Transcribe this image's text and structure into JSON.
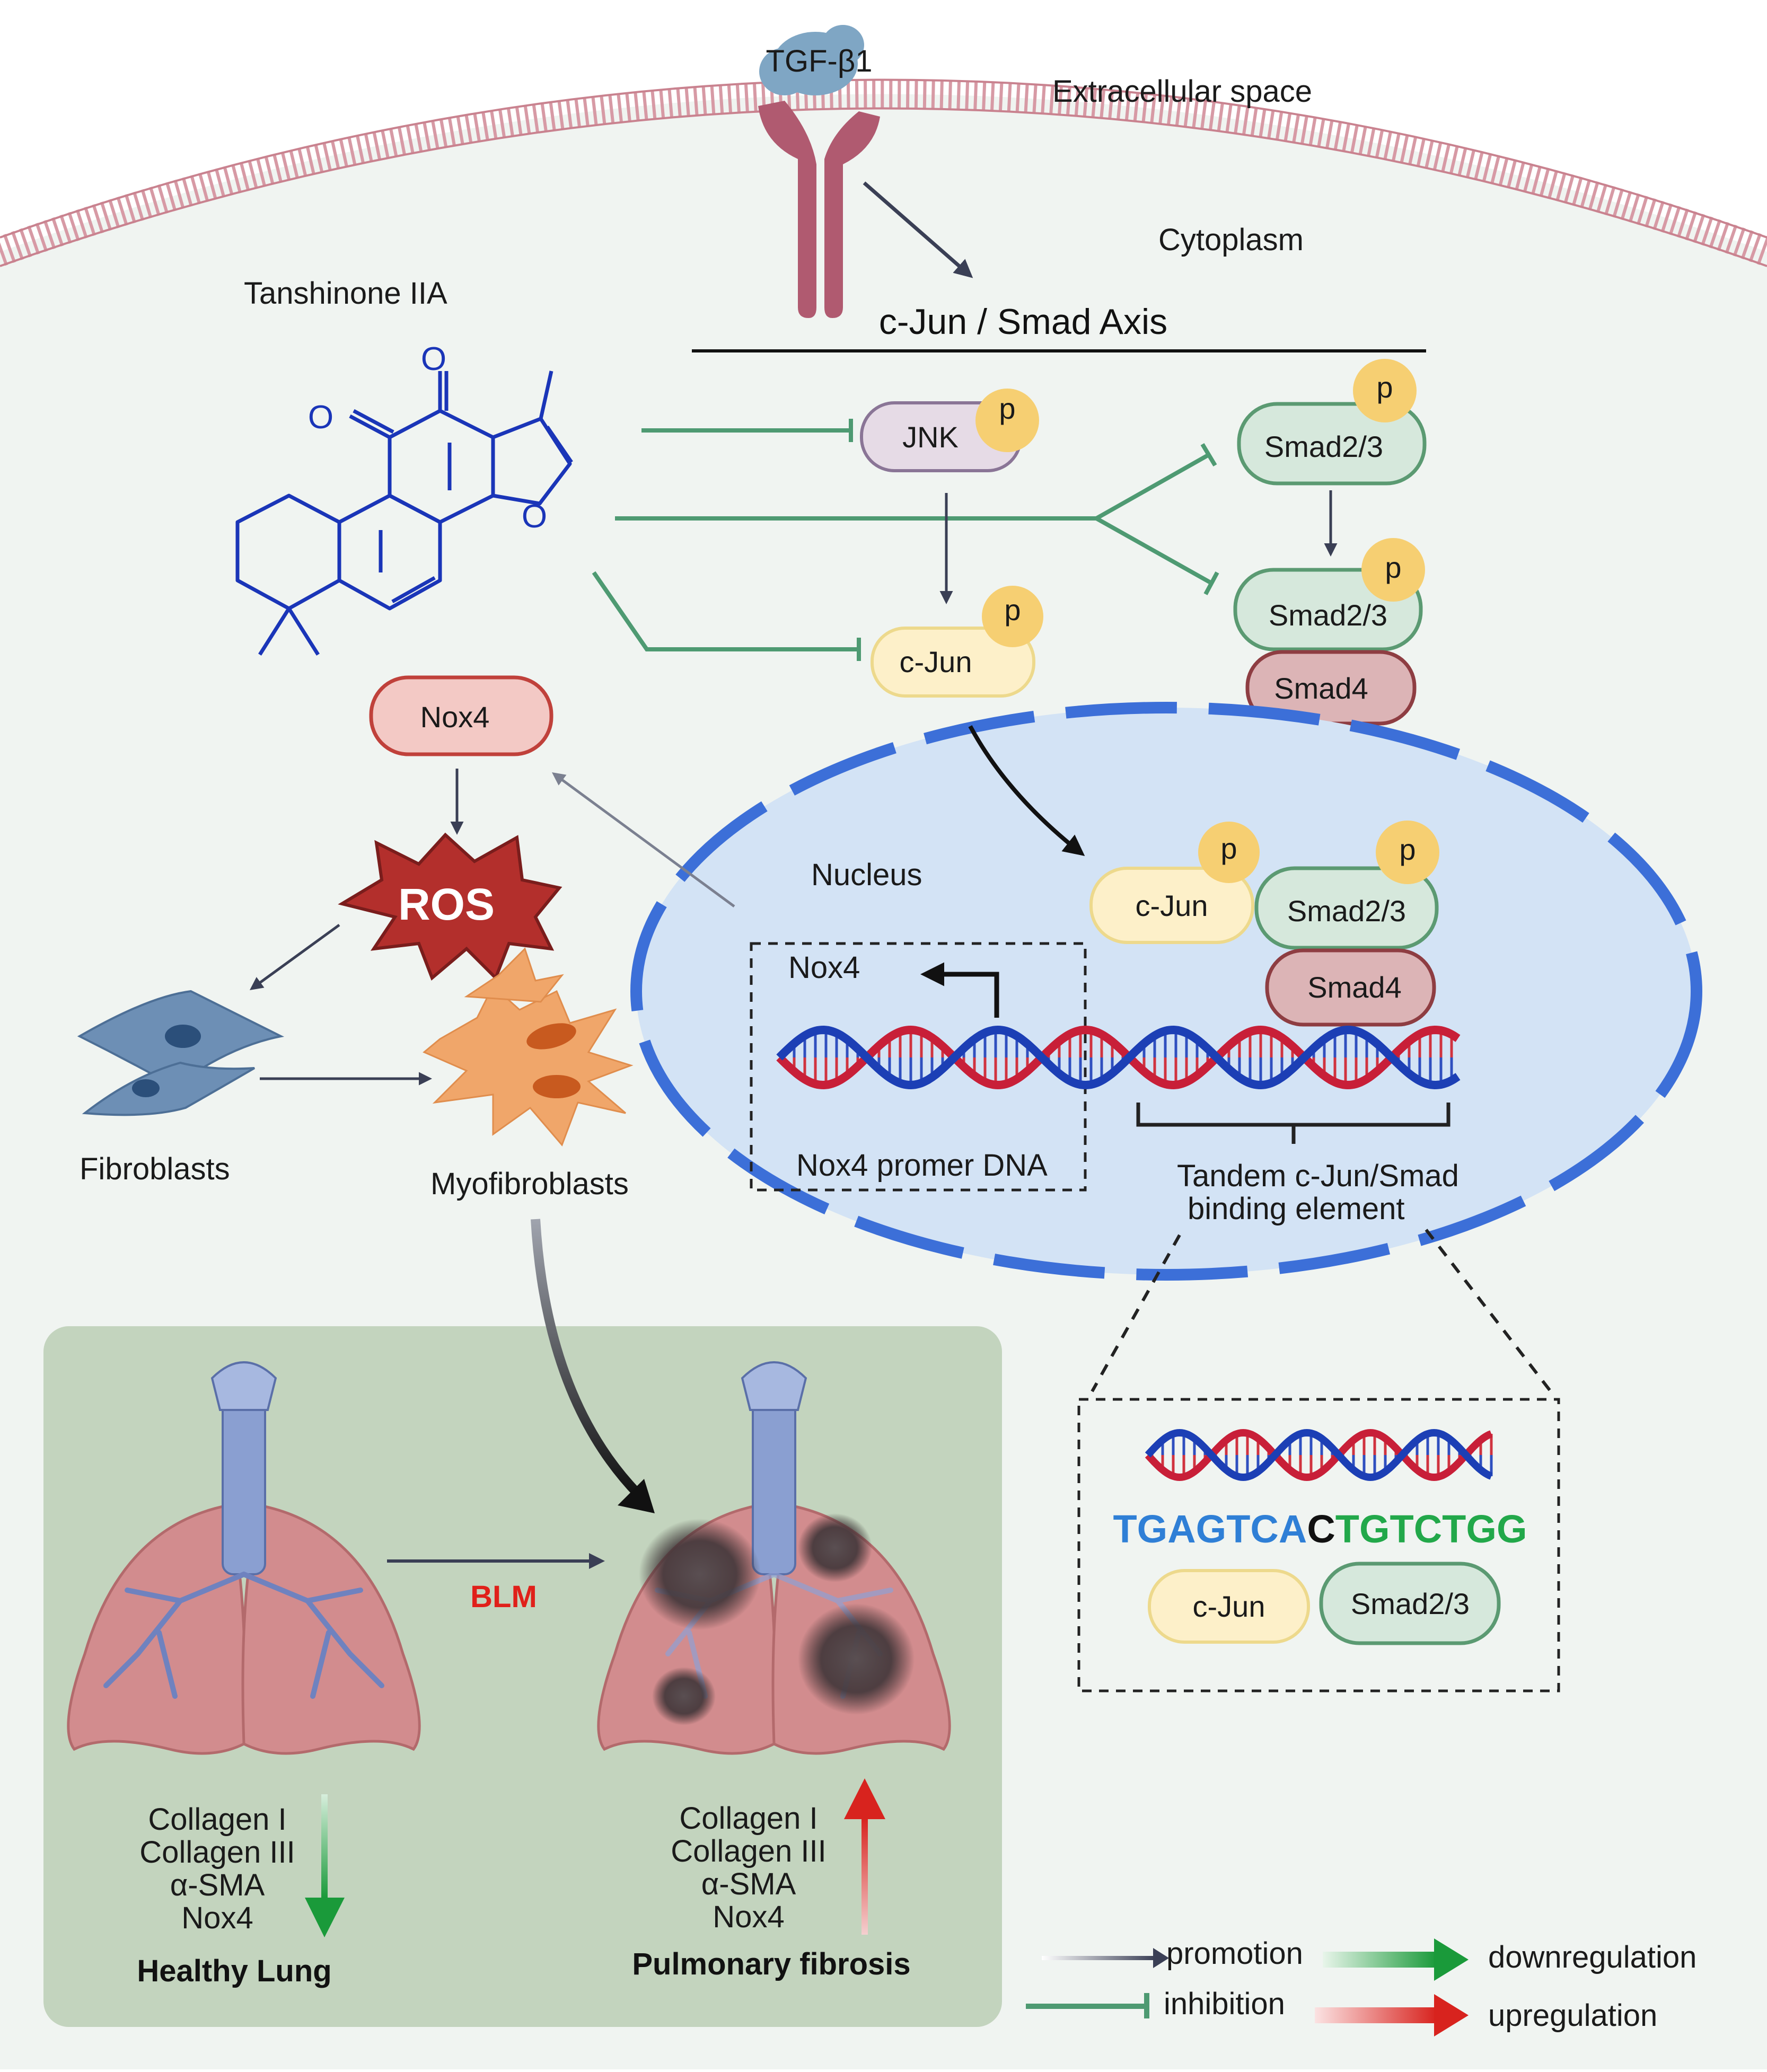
{
  "labels": {
    "tgf": "TGF-β1",
    "extracellular": "Extracellular space",
    "cytoplasm": "Cytoplasm",
    "axis_title": "c-Jun / Smad Axis",
    "tanshinone": "Tanshinone IIA",
    "nucleus": "Nucleus",
    "nox4_gene": "Nox4",
    "promoter": "Nox4 promer DNA",
    "tandem_line1": "Tandem c-Jun/Smad",
    "tandem_line2": "binding element",
    "fibroblasts": "Fibroblasts",
    "myofibroblasts": "Myofibroblasts",
    "ros": "ROS",
    "blm": "BLM",
    "healthy_lung": "Healthy Lung",
    "pulmonary_fibrosis": "Pulmonary fibrosis",
    "phospho": "p"
  },
  "molecules": {
    "jnk": "JNK",
    "cjun": "c-Jun",
    "smad23": "Smad2/3",
    "smad4": "Smad4",
    "nox4": "Nox4"
  },
  "markers": [
    "Collagen I",
    "Collagen III",
    "α-SMA",
    "Nox4"
  ],
  "sequence": {
    "part1": "TGAGTCA",
    "part2": "C",
    "part3": "TGTCTGG",
    "colors": {
      "part1": "#2f7fd6",
      "part2": "#111111",
      "part3": "#22a84a"
    }
  },
  "legend": {
    "promotion": "promotion",
    "inhibition": "inhibition",
    "downregulation": "downregulation",
    "upregulation": "upregulation"
  },
  "colors": {
    "inhibition": "#4e9a72",
    "promotion": "#3a3f55",
    "up": "#d8231e",
    "down": "#1a9a3a",
    "receptor": "#b05a70",
    "membrane": "#d79aa5",
    "nucleus_fill": "#d3e3f5",
    "nucleus_border": "#3c6fd8",
    "molecule_blue": "#1a35b8"
  }
}
